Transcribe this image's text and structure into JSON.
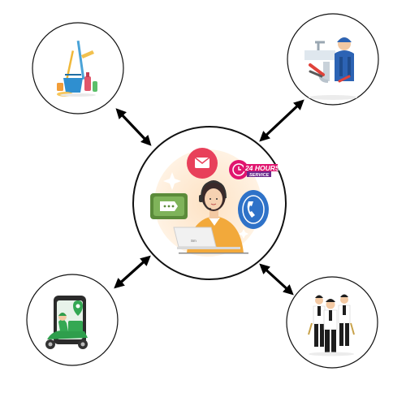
{
  "hub": {
    "badge_line1": "24 HOURS",
    "badge_line2": "SERVICE",
    "laptop_text": "Sm"
  },
  "colors": {
    "arrow": "#000000",
    "ring": "#111111",
    "hub_backdrop": "#fde2c4",
    "email_circle": "#e8405a",
    "badge_magenta": "#e0156f",
    "chat_green": "#5b8b3a",
    "phone_blue": "#2f72c8",
    "agent_shirt": "#f2a93b",
    "scooter_green": "#34a853",
    "worker_blue": "#2c63b4",
    "guard_black": "#1d1d1d"
  },
  "nodes": [
    {
      "id": "hub",
      "icon": "customer-support-agent-icon"
    },
    {
      "id": "cleaning",
      "icon": "cleaning-supplies-icon"
    },
    {
      "id": "plumbing",
      "icon": "plumber-repair-icon"
    },
    {
      "id": "delivery",
      "icon": "delivery-scooter-icon"
    },
    {
      "id": "security",
      "icon": "security-guards-icon"
    }
  ]
}
